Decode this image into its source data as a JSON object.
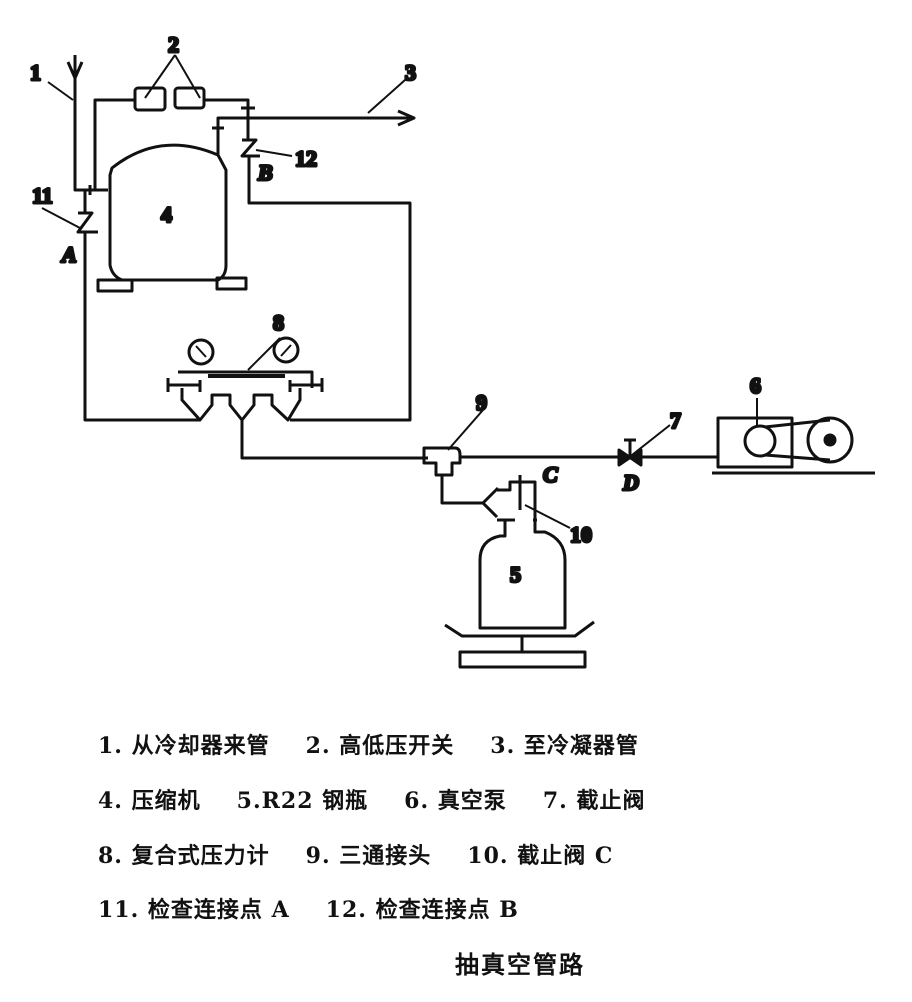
{
  "diagram": {
    "labels": {
      "n1": "1",
      "n2": "2",
      "n3": "3",
      "n4": "4",
      "n5": "5",
      "n6": "6",
      "n7": "7",
      "n8": "8",
      "n9": "9",
      "n10": "10",
      "n11": "11",
      "n12": "12",
      "A": "A",
      "B": "B",
      "C": "C",
      "D": "D"
    }
  },
  "legend": {
    "rows": [
      [
        "1. 从冷却器来管",
        "2. 高低压开关",
        "3. 至冷凝器管"
      ],
      [
        "4. 压缩机",
        "5.R22 钢瓶",
        "6. 真空泵",
        "7. 截止阀"
      ],
      [
        "8. 复合式压力计",
        "9. 三通接头",
        "10. 截止阀 C"
      ],
      [
        "11. 检查连接点 A",
        "12. 检查连接点 B"
      ]
    ]
  },
  "title": "抽真空管路"
}
